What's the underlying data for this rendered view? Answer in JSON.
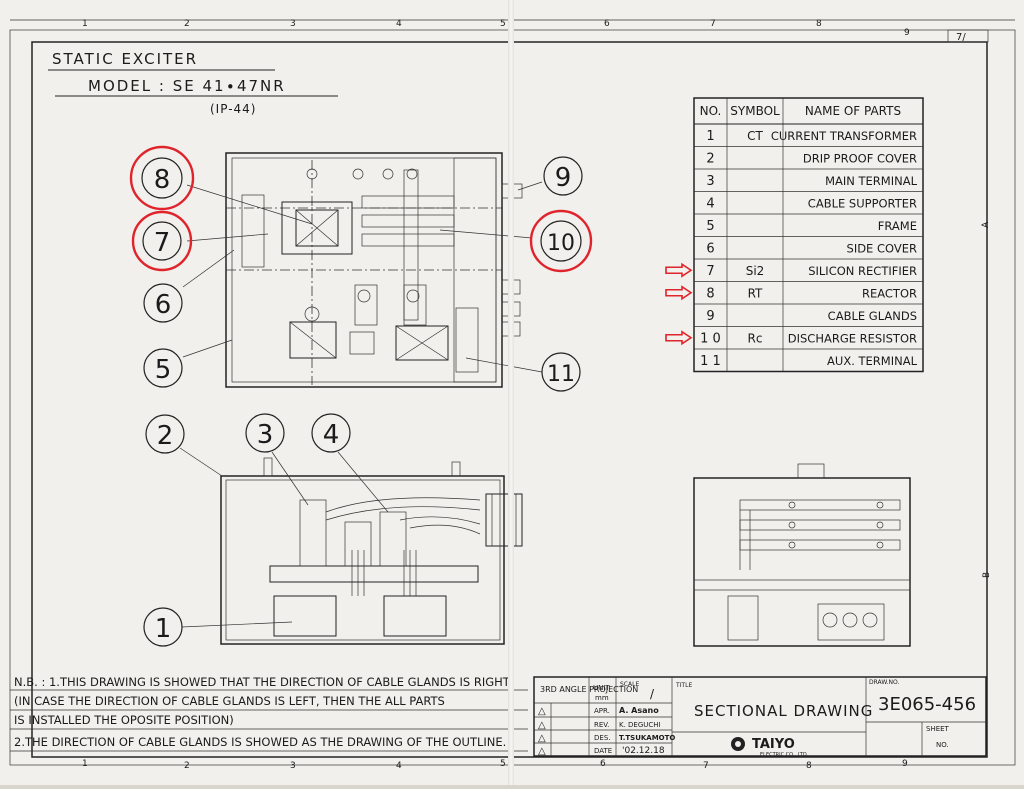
{
  "header": {
    "title": "STATIC EXCITER",
    "model": "MODEL : SE 41∙47NR",
    "protection": "(IP-44)"
  },
  "sheet_label": "7/",
  "column_markers": [
    "1",
    "2",
    "3",
    "4",
    "5",
    "6",
    "7",
    "8",
    "9"
  ],
  "row_markers": [
    "A",
    "B"
  ],
  "bubbles": {
    "side_view": [
      "8",
      "7",
      "6",
      "5",
      "9",
      "10",
      "11"
    ],
    "front_view": [
      "2",
      "3",
      "4",
      "1"
    ]
  },
  "highlight_color": "#e0242c",
  "highlighted_bubbles": [
    "8",
    "7",
    "10"
  ],
  "parts_table": {
    "headers": [
      "NO.",
      "SYMBOL",
      "NAME OF PARTS"
    ],
    "rows": [
      {
        "no": "1",
        "symbol": "CT",
        "name": "CURRENT TRANSFORMER"
      },
      {
        "no": "2",
        "symbol": "",
        "name": "DRIP PROOF COVER"
      },
      {
        "no": "3",
        "symbol": "",
        "name": "MAIN TERMINAL"
      },
      {
        "no": "4",
        "symbol": "",
        "name": "CABLE SUPPORTER"
      },
      {
        "no": "5",
        "symbol": "",
        "name": "FRAME"
      },
      {
        "no": "6",
        "symbol": "",
        "name": "SIDE COVER"
      },
      {
        "no": "7",
        "symbol": "Si2",
        "name": "SILICON RECTIFIER"
      },
      {
        "no": "8",
        "symbol": "RT",
        "name": "REACTOR"
      },
      {
        "no": "9",
        "symbol": "",
        "name": "CABLE GLANDS"
      },
      {
        "no": "1 0",
        "symbol": "Rc",
        "name": "DISCHARGE RESISTOR"
      },
      {
        "no": "1 1",
        "symbol": "",
        "name": "AUX. TERMINAL"
      }
    ],
    "arrowed_rows": [
      "7",
      "8",
      "1 0"
    ]
  },
  "notes": [
    "N.B. : 1.THIS DRAWING IS SHOWED THAT THE DIRECTION OF CABLE GLANDS IS RIGHT.",
    "(IN CASE THE DIRECTION OF CABLE GLANDS IS LEFT, THEN THE ALL PARTS",
    "IS INSTALLED THE OPOSITE POSITION)",
    "2.THE DIRECTION OF CABLE GLANDS IS SHOWED AS THE DRAWING OF THE OUTLINE."
  ],
  "title_block": {
    "projection": "3RD ANGLE PROJECTION",
    "unit_label": "UNIT",
    "unit_value": "mm",
    "scale_label": "SCALE",
    "scale_value": "/",
    "title_label": "TITLE",
    "title": "SECTIONAL DRAWING",
    "drawing_no_label": "DRAW.NO.",
    "drawing_no": "3E065-456",
    "sheet_label": "SHEET",
    "sheet_no_label": "NO.",
    "apr_label": "APR.",
    "apr_name": "A. Asano",
    "rev_label": "REV.",
    "rev_name": "K. DEGUCHI",
    "des_label": "DES.",
    "des_name": "T.TSUKAMOTO",
    "date_label": "DATE",
    "date_value": "'02.12.18",
    "company": "TAIYO",
    "company_sub": "ELECTRIC CO., LTD.",
    "revision_marks": [
      "△",
      "△",
      "△",
      "△"
    ]
  }
}
